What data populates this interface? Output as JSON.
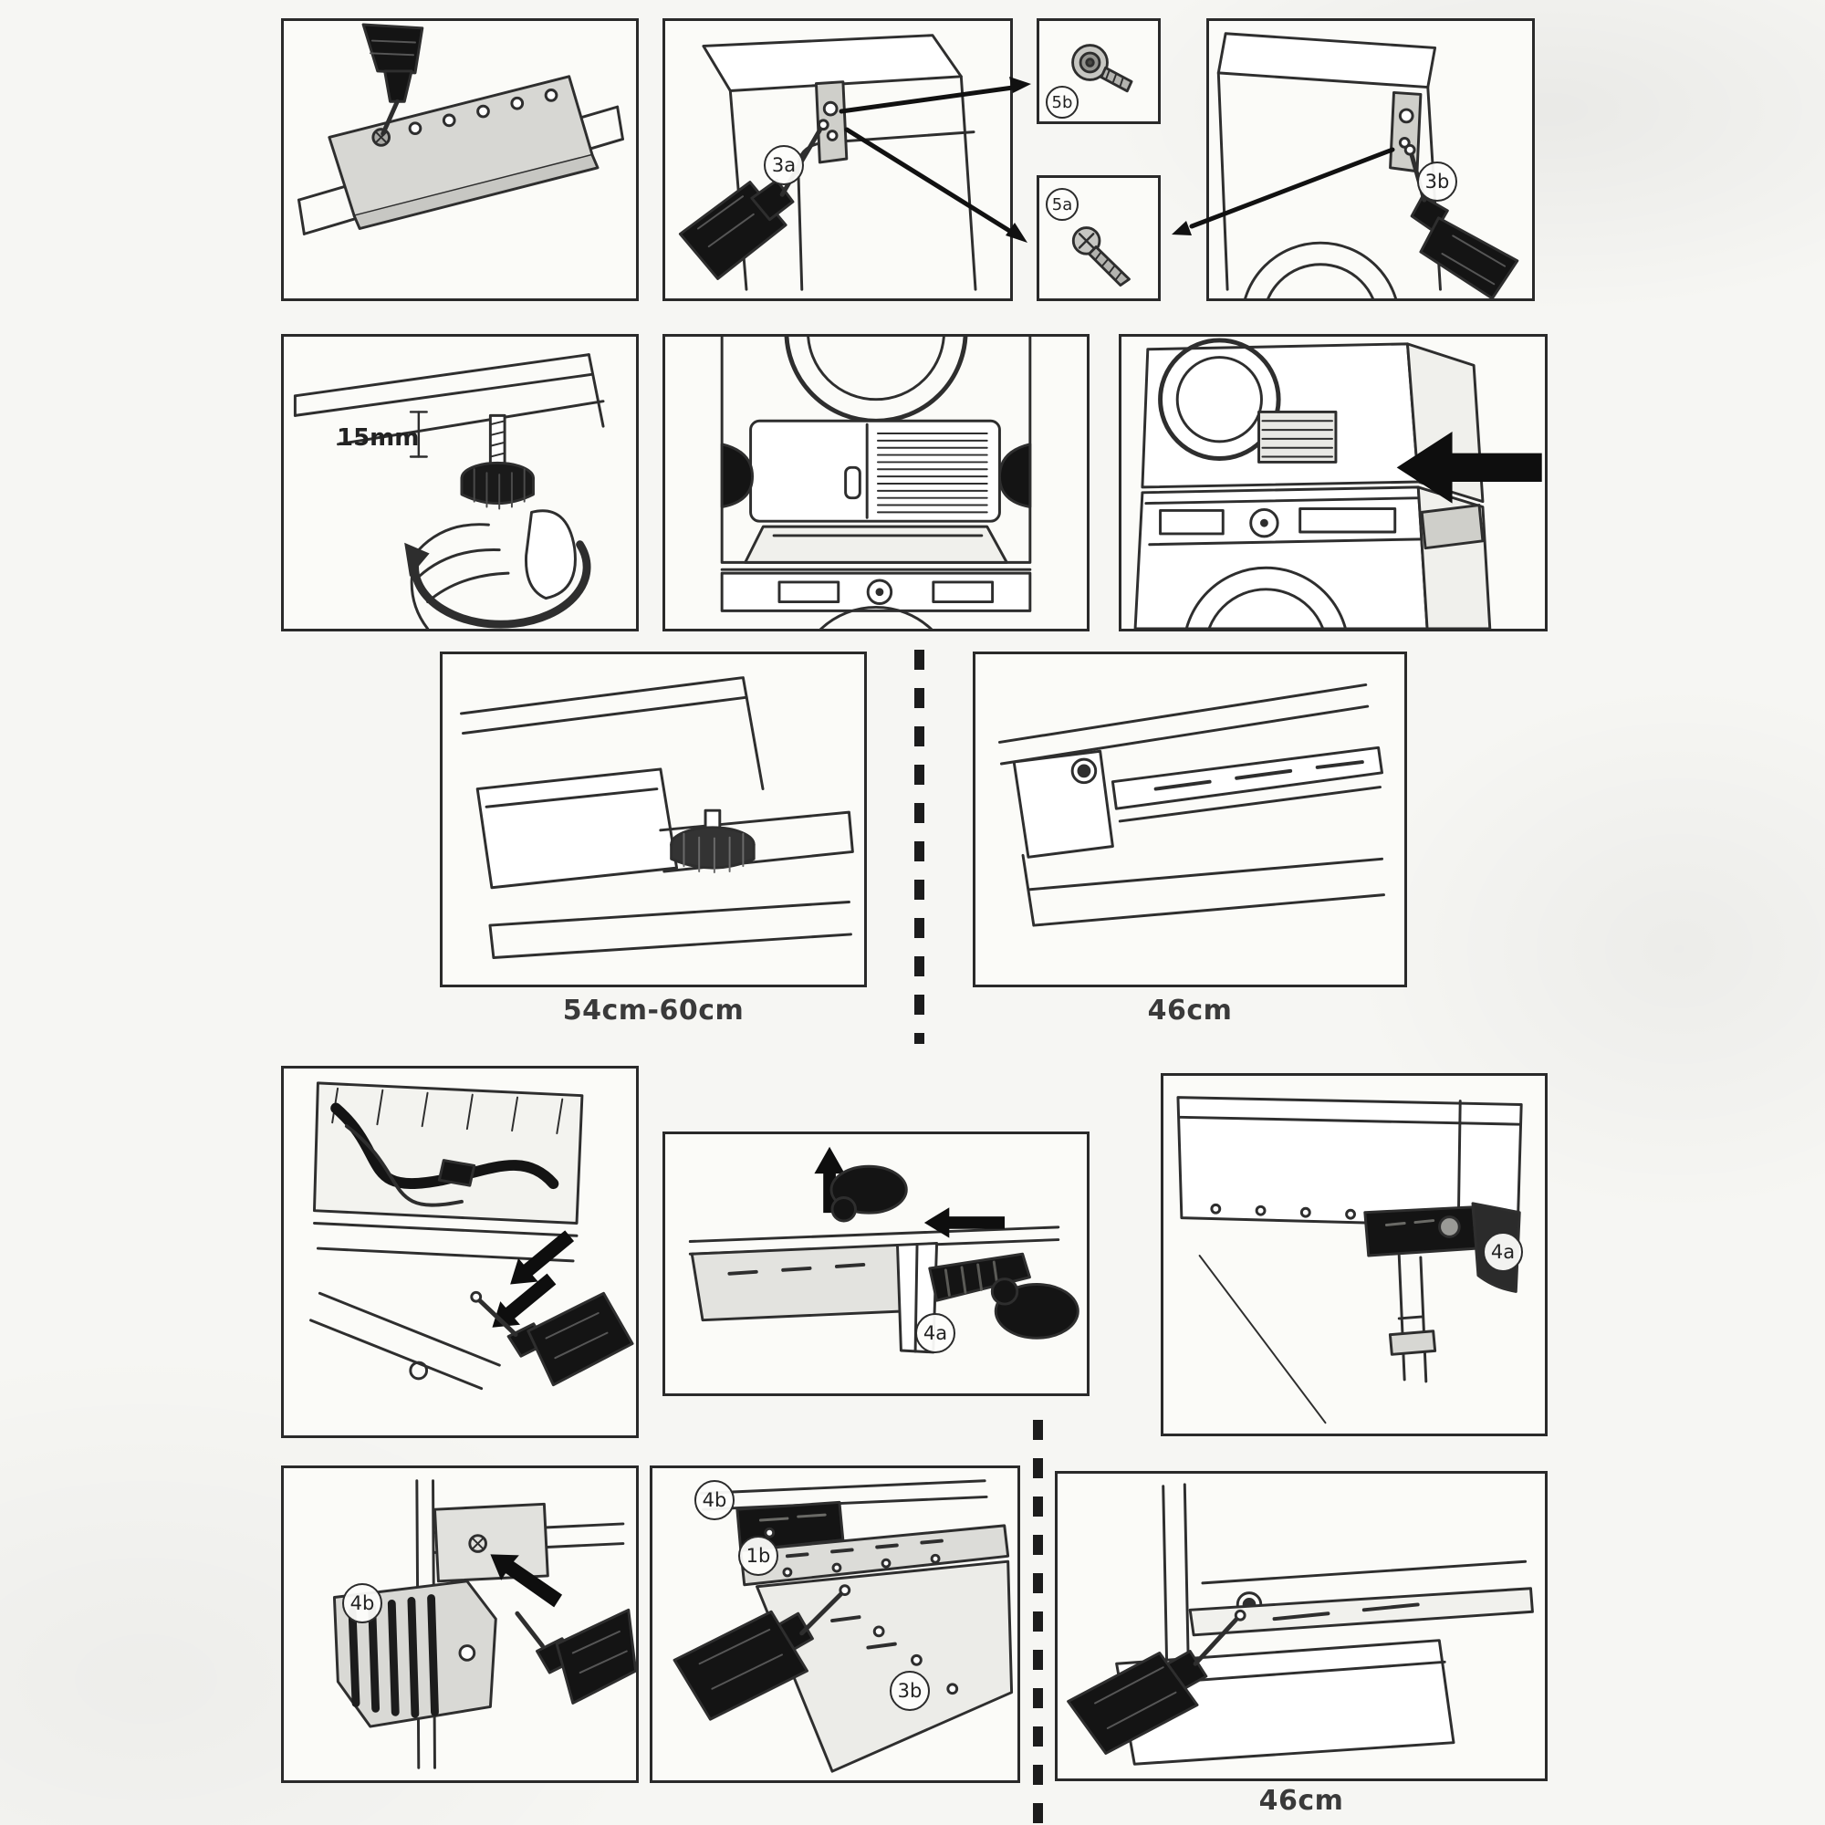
{
  "colors": {
    "ink": "#2e2e2e",
    "paper": "#f6f6f3",
    "panel_background": "#fbfbf8",
    "light_part": "#d8d8d4",
    "dark_part": "#141414"
  },
  "callouts": {
    "step3a": "3a",
    "screw_machine": "5b",
    "screw_tapping": "5a",
    "step3b": "3b",
    "step4a_insert": "4a",
    "step4a_done": "4a",
    "step4b_cap": "4b",
    "step4b_bracket": "4b",
    "step1b": "1b",
    "step3b_skirt": "3b"
  },
  "labels": {
    "foot_height": "15mm"
  },
  "captions": {
    "depth_54_60": "54cm-60cm",
    "depth_46_right": "46cm",
    "depth_46_bottom": "46cm"
  }
}
